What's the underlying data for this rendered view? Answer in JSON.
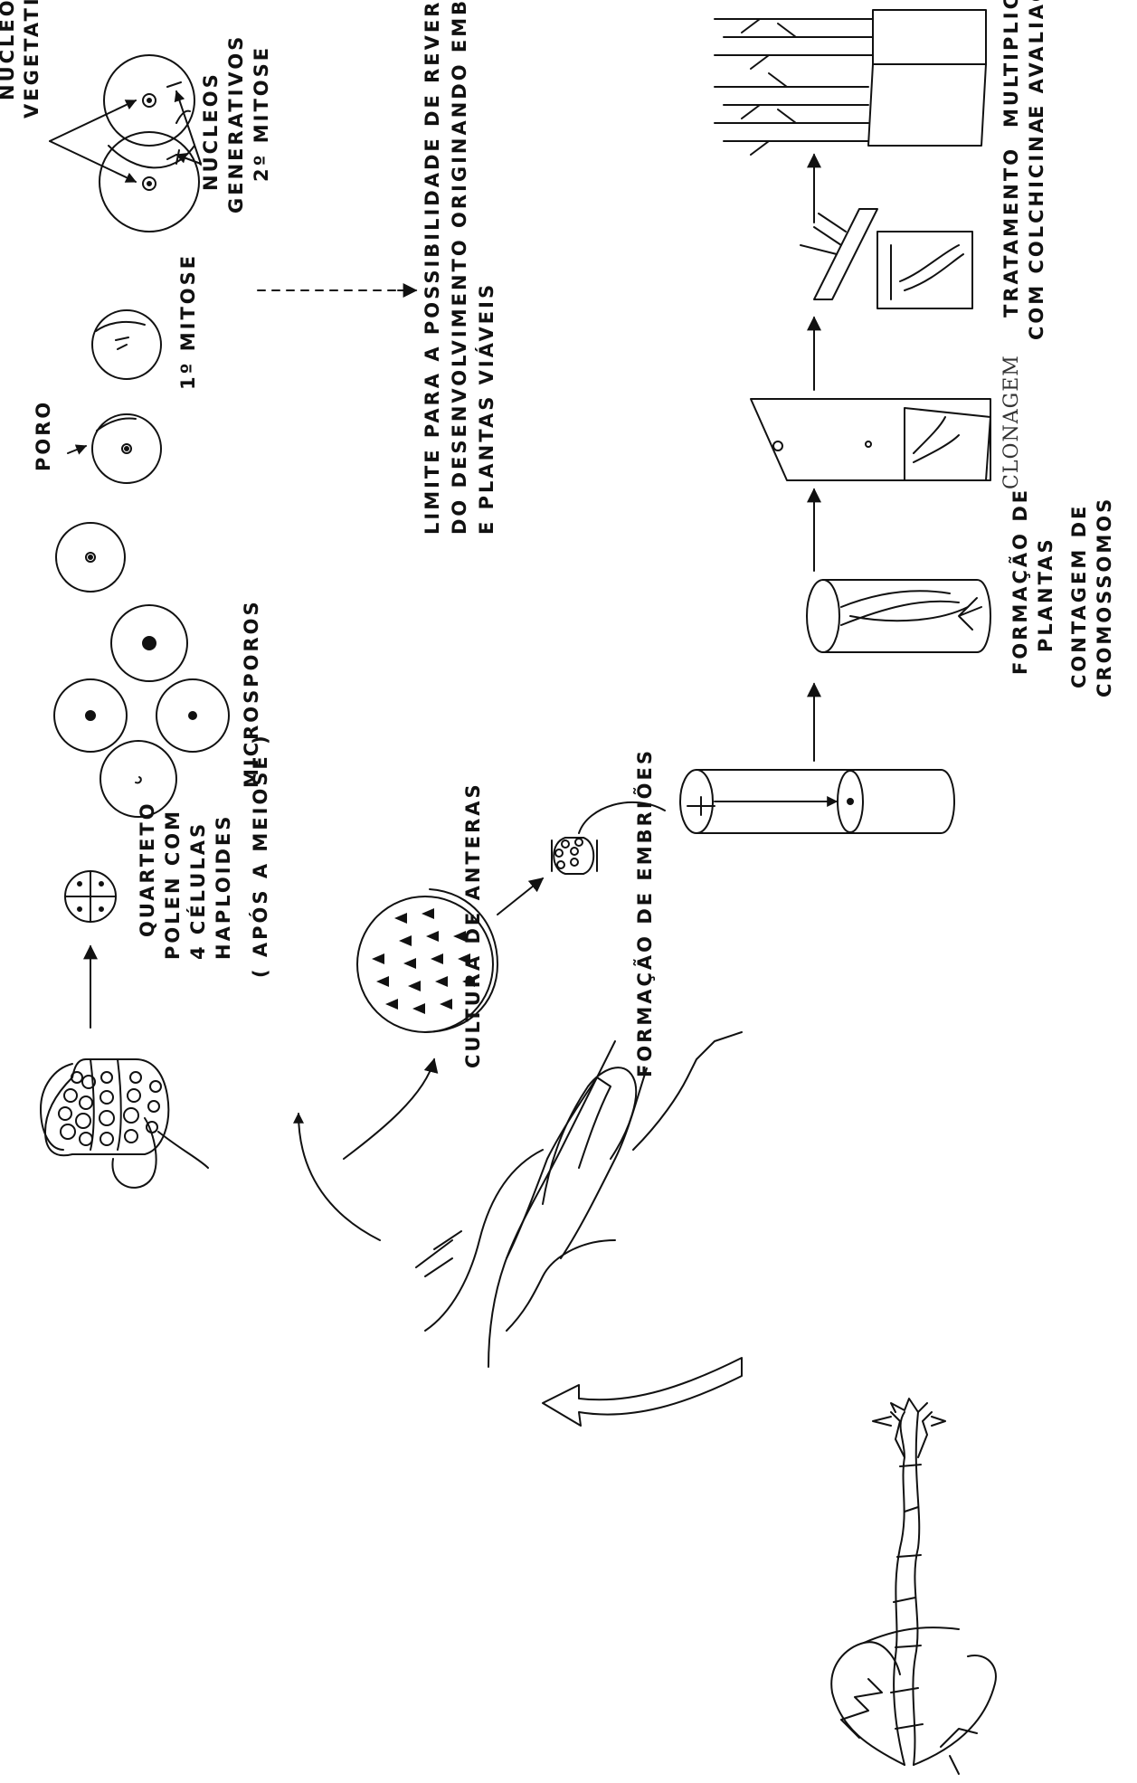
{
  "labels": {
    "quarteto": "QUARTETO",
    "polen_1": "POLEN COM",
    "polen_2": "4 CÉLULAS",
    "polen_3": "HAPLOIDES",
    "apos_meiose": "( APÓS A MEIOSE )",
    "microsporos": "MICROSPOROS",
    "poro": "PORO",
    "mitose_1": "1º MITOSE",
    "nucleo_vegetativo_1": "NÚCLEO",
    "nucleo_vegetativo_2": "VEGETATIVO",
    "nucleos_generativos_1": "NÚCLEOS",
    "nucleos_generativos_2": "GENERATIVOS",
    "mitose_2": "2º MITOSE",
    "limite_1": "LIMITE PARA A POSSIBILIDADE DE REVERSÃO",
    "limite_2": "DO DESENVOLVIMENTO ORIGINANDO EMBRIÕES",
    "limite_3": "E PLANTAS VIÁVEIS",
    "cultura_anteras": "CULTURA DE ANTERAS",
    "formacao_embrioes": "FORMAÇÃO DE EMBRIÕES",
    "formacao_plantas_1": "FORMAÇÃO DE",
    "formacao_plantas_2": "PLANTAS",
    "contagem_1": "CONTAGEM DE",
    "contagem_2": "CROMOSSOMOS",
    "clonagem": "CLONAGEM",
    "tratamento_1": "TRATAMENTO",
    "tratamento_2": "COM COLCHICINA",
    "multiplicacao_1": "MULTIPLICAÇÃO",
    "multiplicacao_2": "E AVALIAÇÃO"
  }
}
